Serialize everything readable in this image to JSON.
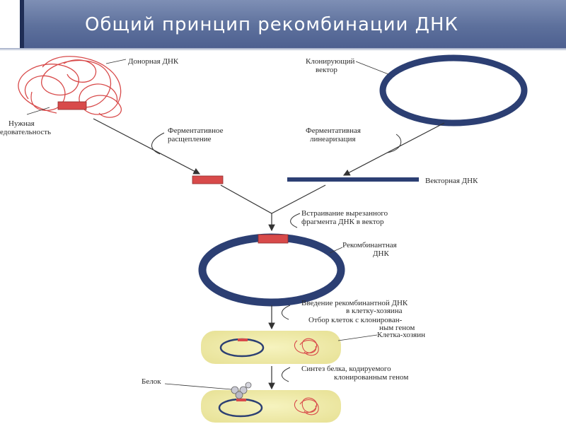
{
  "title": "Общий принцип рекомбинации ДНК",
  "labels": {
    "donor_dna": "Донорная ДНК",
    "needed_seq_1": "Нужная",
    "needed_seq_2": "едовательность",
    "cloning_vector_1": "Клонирующий",
    "cloning_vector_2": "вектор",
    "enzymatic_cleavage_1": "Ферментативное",
    "enzymatic_cleavage_2": "расщепление",
    "enzymatic_linearization_1": "Ферментативная",
    "enzymatic_linearization_2": "линеаризация",
    "vector_dna": "Векторная ДНК",
    "insertion_1": "Встраивание вырезанного",
    "insertion_2": "фрагмента ДНК в вектор",
    "recombinant_dna_1": "Рекомбинантная",
    "recombinant_dna_2": "ДНК",
    "introduction_1": "Введение рекомбинантной ДНК",
    "introduction_2": "в клетку-хозяина",
    "selection_1": "Отбор клеток с клониров",
    "selection_1b": "ан-",
    "selection_2": "ным геном",
    "host_cell": "Клетка-хозяин",
    "protein_synthesis_1": "Синтез белка, кодируемого",
    "protein_synthesis_2": "клонированным геном",
    "protein": "Белок"
  },
  "colors": {
    "header_bg": "#5d709c",
    "dna_red": "#d84a4a",
    "vector_blue": "#2c3f73",
    "cell_fill": "#f4f1b0",
    "arrow": "#333333"
  }
}
